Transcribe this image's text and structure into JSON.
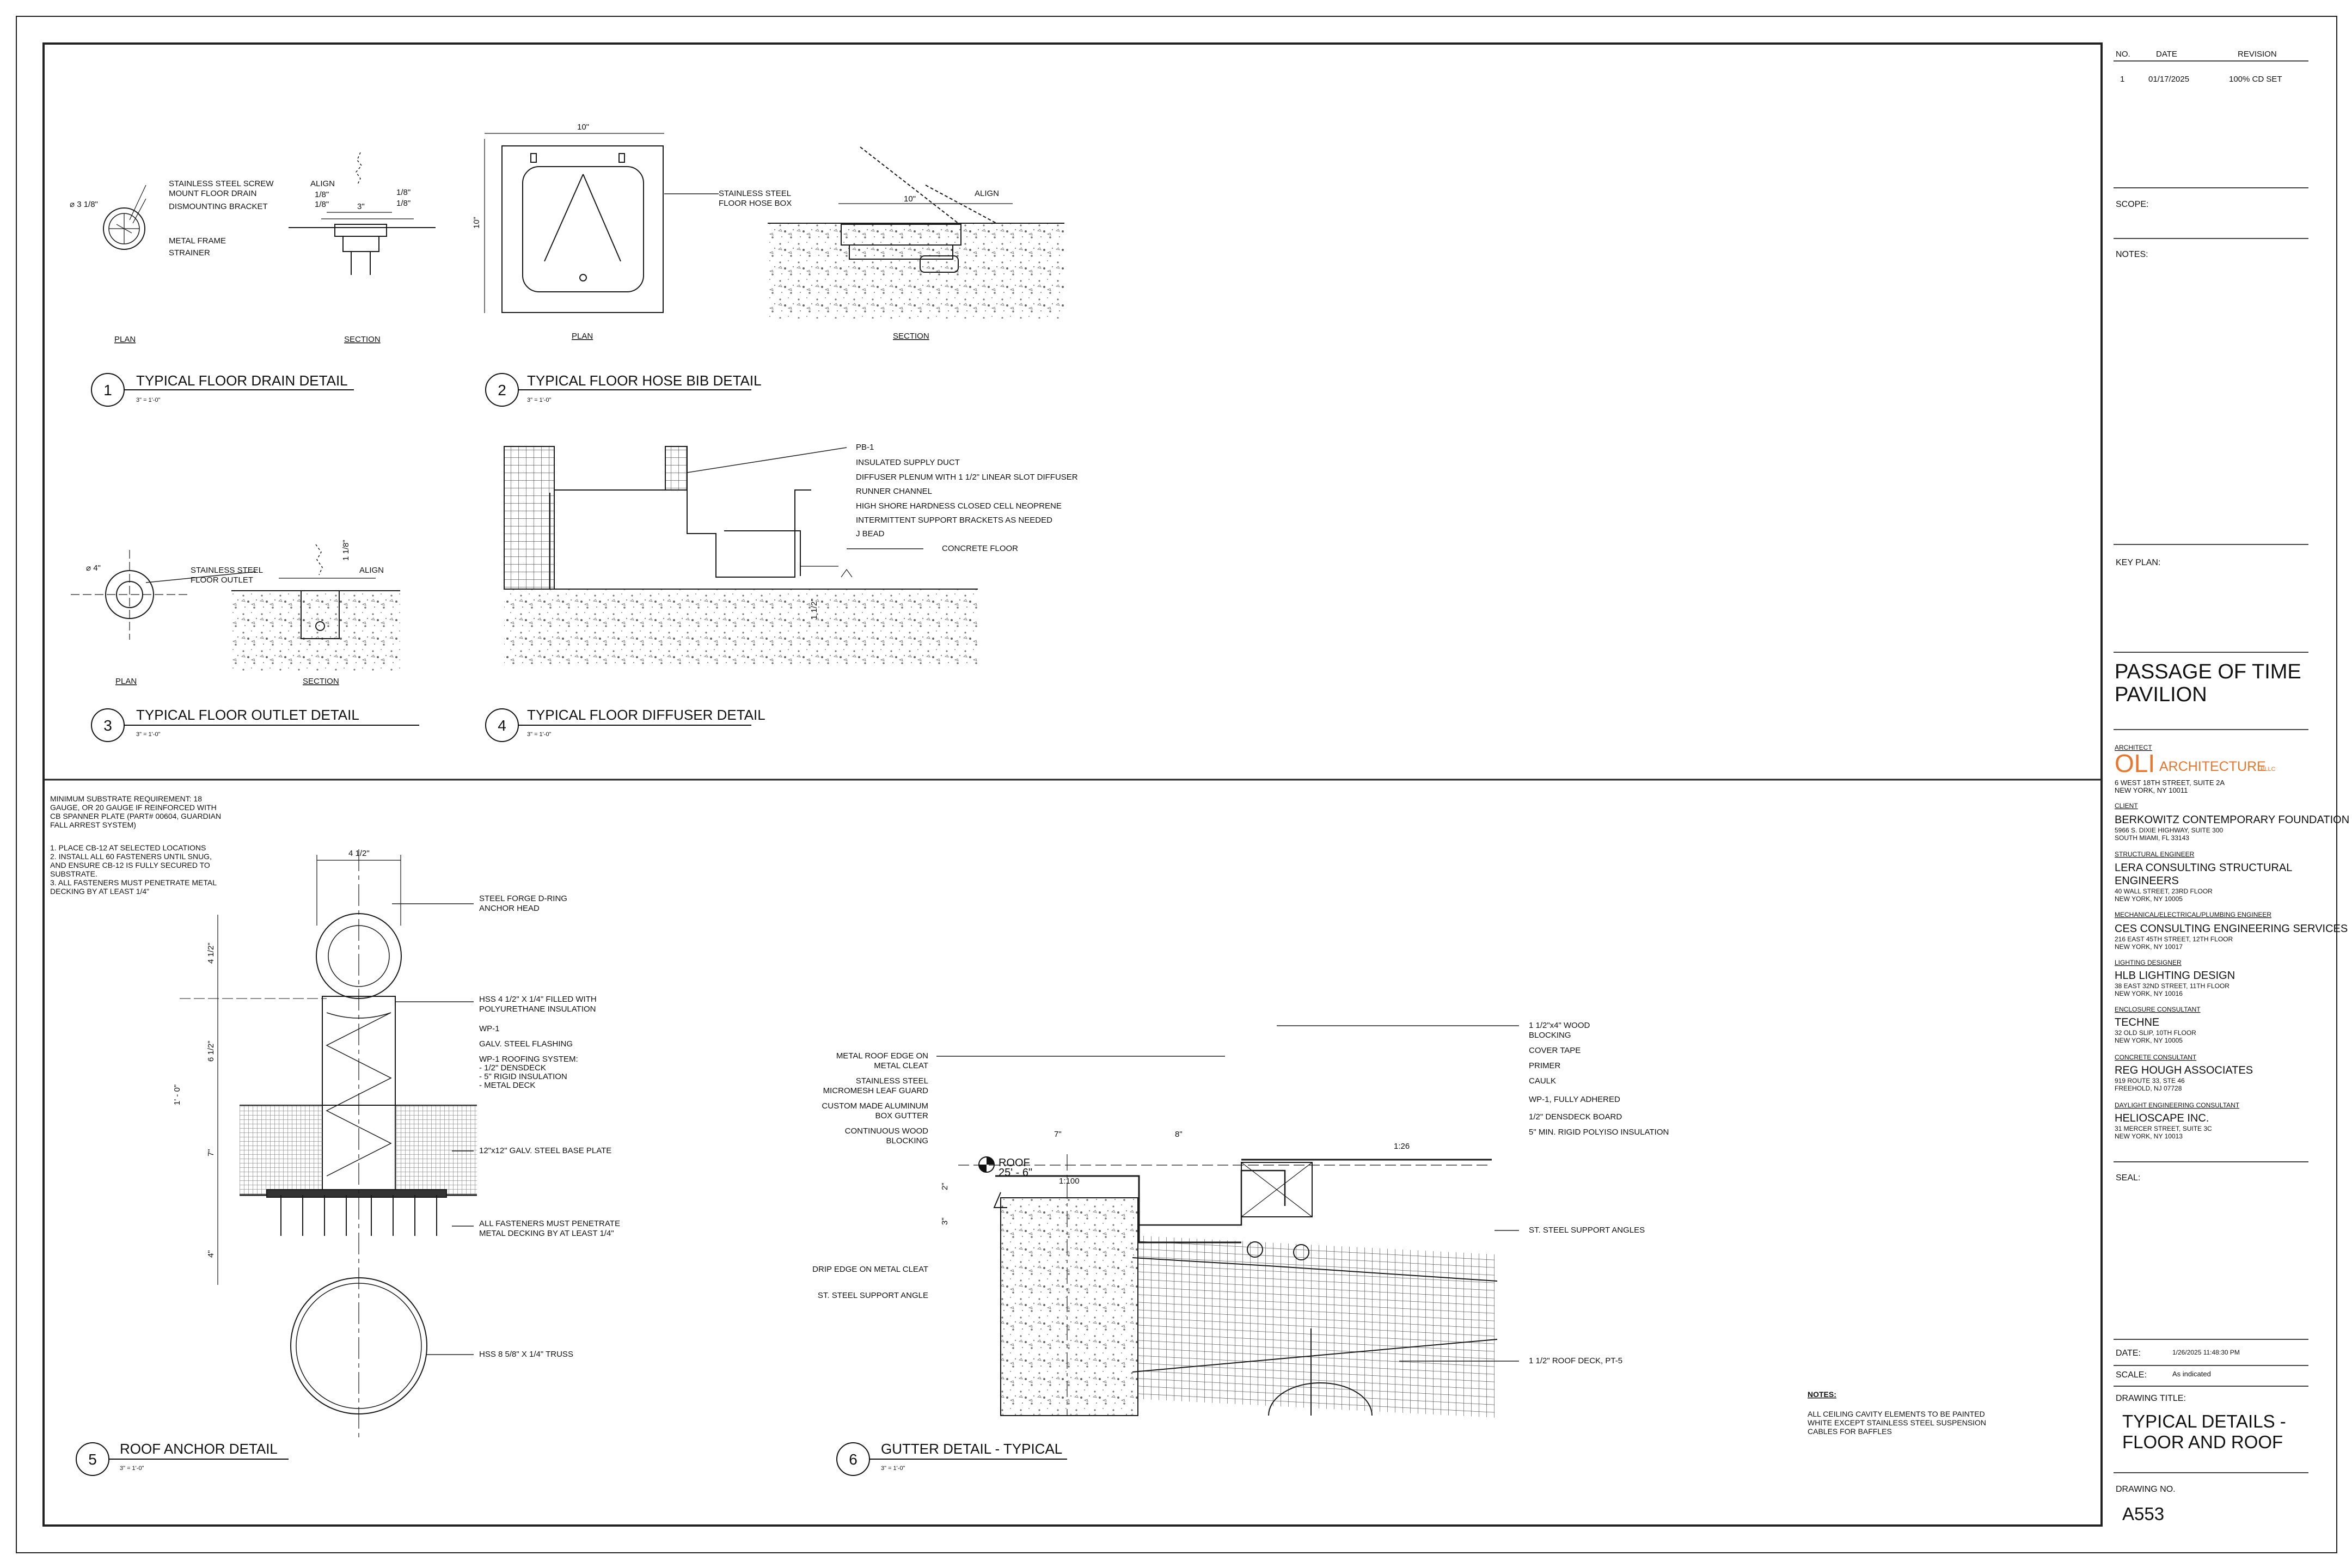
{
  "revisions": {
    "headers": [
      "NO.",
      "DATE",
      "REVISION"
    ],
    "rows": [
      [
        "1",
        "01/17/2025",
        "100% CD SET"
      ]
    ]
  },
  "title_block": {
    "scope_label": "SCOPE:",
    "notes_label": "NOTES:",
    "key_plan_label": "KEY PLAN:",
    "project_line1": "PASSAGE OF TIME",
    "project_line2": "PAVILION",
    "architect_label": "ARCHITECT",
    "architect_logo": "OLI",
    "architect_name": "ARCHITECTURE",
    "architect_suffix": "PLLC",
    "architect_addr1": "6 WEST 18TH STREET, SUITE 2A",
    "architect_addr2": "NEW YORK, NY 10011",
    "consultants": [
      {
        "role": "CLIENT",
        "name": [
          "BERKOWITZ CONTEMPORARY FOUNDATION"
        ],
        "addr": [
          "5966 S. DIXIE HIGHWAY, SUITE 300",
          "SOUTH MIAMI, FL 33143"
        ]
      },
      {
        "role": "STRUCTURAL ENGINEER",
        "name": [
          "LERA CONSULTING STRUCTURAL",
          "ENGINEERS"
        ],
        "addr": [
          "40 WALL STREET, 23RD FLOOR",
          "NEW YORK, NY 10005"
        ]
      },
      {
        "role": "MECHANICAL/ELECTRICAL/PLUMBING ENGINEER",
        "name": [
          "CES CONSULTING ENGINEERING SERVICES"
        ],
        "addr": [
          "216 EAST 45TH STREET, 12TH FLOOR",
          "NEW YORK, NY 10017"
        ]
      },
      {
        "role": "LIGHTING DESIGNER",
        "name": [
          "HLB LIGHTING DESIGN"
        ],
        "addr": [
          "38 EAST 32ND STREET, 11TH FLOOR",
          "NEW YORK, NY 10016"
        ]
      },
      {
        "role": "ENCLOSURE CONSULTANT",
        "name": [
          "TECHNE"
        ],
        "addr": [
          "32 OLD SLIP, 10TH FLOOR",
          "NEW YORK, NY 10005"
        ]
      },
      {
        "role": "CONCRETE CONSULTANT",
        "name": [
          "REG HOUGH ASSOCIATES"
        ],
        "addr": [
          "919 ROUTE 33, STE 46",
          "FREEHOLD, NJ 07728"
        ]
      },
      {
        "role": "DAYLIGHT ENGINEERING CONSULTANT",
        "name": [
          "HELIOSCAPE INC."
        ],
        "addr": [
          "31 MERCER STREET, SUITE 3C",
          "NEW YORK, NY 10013"
        ]
      }
    ],
    "seal_label": "SEAL:",
    "date_label": "DATE:",
    "date_value": "1/26/2025 11:48:30 PM",
    "scale_label": "SCALE:",
    "scale_value": "As indicated",
    "drawing_title_label": "DRAWING TITLE:",
    "drawing_title_line1": "TYPICAL DETAILS -",
    "drawing_title_line2": "FLOOR AND ROOF",
    "drawing_no_label": "DRAWING NO.",
    "drawing_no": "A553"
  },
  "details": [
    {
      "num": "1",
      "title": "TYPICAL FLOOR DRAIN DETAIL",
      "scale": "3\" = 1'-0\""
    },
    {
      "num": "2",
      "title": "TYPICAL FLOOR HOSE BIB DETAIL",
      "scale": "3\" = 1'-0\""
    },
    {
      "num": "3",
      "title": "TYPICAL FLOOR OUTLET DETAIL",
      "scale": "3\" = 1'-0\""
    },
    {
      "num": "4",
      "title": "TYPICAL FLOOR DIFFUSER DETAIL",
      "scale": "3\" = 1'-0\""
    },
    {
      "num": "5",
      "title": "ROOF ANCHOR DETAIL",
      "scale": "3\" = 1'-0\""
    },
    {
      "num": "6",
      "title": "GUTTER DETAIL - TYPICAL",
      "scale": "3\" = 1'-0\""
    }
  ],
  "views": {
    "plan": "PLAN",
    "section": "SECTION"
  },
  "d1": {
    "labels": [
      "STAINLESS STEEL SCREW",
      "MOUNT FLOOR DRAIN",
      "DISMOUNTING BRACKET",
      "METAL FRAME",
      "STRAINER"
    ],
    "align": "ALIGN",
    "dims": [
      "⌀ 3 1/8\"",
      "1/8\"",
      "1/8\"",
      "3\"",
      "1/8\"",
      "1/8\""
    ]
  },
  "d2": {
    "dims": [
      "10\"",
      "10\"",
      "10\""
    ],
    "labels": [
      "STAINLESS STEEL",
      "FLOOR HOSE BOX"
    ],
    "align": "ALIGN"
  },
  "d3": {
    "labels": [
      "STAINLESS STEEL",
      "FLOOR OUTLET"
    ],
    "align": "ALIGN",
    "dims": [
      "⌀ 4\"",
      "1 1/8\""
    ]
  },
  "d4": {
    "labels": [
      "PB-1",
      "INSULATED SUPPLY DUCT",
      "DIFFUSER PLENUM WITH 1 1/2\" LINEAR SLOT DIFFUSER",
      "RUNNER CHANNEL",
      "HIGH SHORE HARDNESS CLOSED CELL NEOPRENE",
      "INTERMITTENT SUPPORT BRACKETS AS NEEDED",
      "J BEAD"
    ],
    "floor": "CONCRETE FLOOR",
    "dim": "1 1/2\""
  },
  "d5": {
    "req": [
      "MINIMUM SUBSTRATE REQUIREMENT: 18",
      "GAUGE, OR 20 GAUGE IF REINFORCED WITH",
      "CB SPANNER PLATE (PART# 00604, GUARDIAN",
      "FALL ARREST SYSTEM)",
      "",
      "1. PLACE CB-12 AT SELECTED LOCATIONS",
      "2. INSTALL ALL 60 FASTENERS UNTIL SNUG,",
      "AND ENSURE CB-12 IS FULLY SECURED TO",
      "SUBSTRATE.",
      "3. ALL FASTENERS MUST PENETRATE METAL",
      "DECKING BY AT LEAST 1/4\""
    ],
    "labels": [
      "STEEL FORGE D-RING",
      "ANCHOR HEAD",
      "HSS 4 1/2\" X 1/4\" FILLED WITH",
      "POLYURETHANE INSULATION",
      "WP-1",
      "GALV. STEEL FLASHING",
      "WP-1 ROOFING SYSTEM:",
      "- 1/2\" DENSDECK",
      "- 5\" RIGID INSULATION",
      "- METAL DECK",
      "12\"x12\" GALV. STEEL BASE PLATE",
      "ALL FASTENERS MUST PENETRATE",
      "METAL DECKING BY AT LEAST 1/4\"",
      "HSS 8 5/8\" X 1/4\" TRUSS"
    ],
    "dims": [
      "4 1/2\"",
      "4 1/2\"",
      "6 1/2\"",
      "1' - 0\"",
      "7\"",
      "4\""
    ]
  },
  "d6": {
    "left_labels": [
      "METAL ROOF EDGE ON",
      "METAL CLEAT",
      "STAINLESS STEEL",
      "MICROMESH LEAF GUARD",
      "CUSTOM MADE ALUMINUM",
      "BOX GUTTER",
      "CONTINUOUS WOOD",
      "BLOCKING"
    ],
    "right_labels": [
      "1 1/2\"x4\" WOOD",
      "BLOCKING",
      "COVER TAPE",
      "PRIMER",
      "CAULK",
      "WP-1, FULLY ADHERED",
      "1/2\" DENSDECK BOARD",
      "5\" MIN. RIGID POLYISO INSULATION"
    ],
    "lower_left": [
      "DRIP EDGE ON METAL CLEAT",
      "ST. STEEL SUPPORT ANGLE"
    ],
    "lower_right": [
      "ST. STEEL SUPPORT ANGLES",
      "1 1/2\" ROOF DECK, PT-5"
    ],
    "roof_label": "ROOF",
    "roof_elev": "25' - 6\"",
    "dims": [
      "7\"",
      "8\"",
      "2\"",
      "3\""
    ],
    "slopes": [
      "1:100",
      "1:26"
    ]
  },
  "sheet_notes": {
    "heading": "NOTES:",
    "lines": [
      "ALL CEILING CAVITY ELEMENTS TO BE PAINTED",
      "WHITE EXCEPT STAINLESS STEEL SUSPENSION",
      "CABLES FOR BAFFLES"
    ]
  },
  "colors": {
    "line": "#1a1a1a",
    "accent": "#e8762c"
  }
}
